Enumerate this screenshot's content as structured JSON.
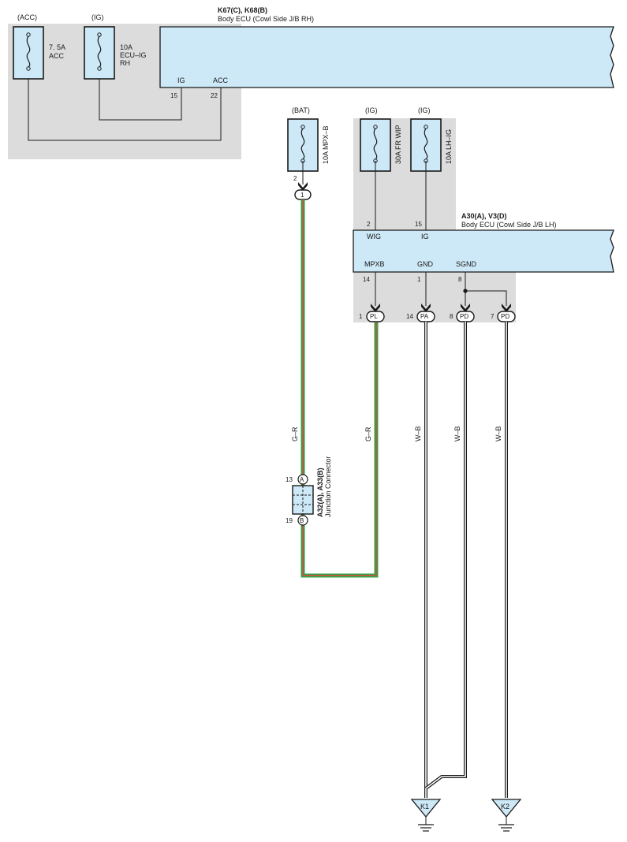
{
  "colors": {
    "shade": "#dcdcdc",
    "ecu_fill": "#cde8f6",
    "wire": "#1a1a1a",
    "wire_green": "#2aa84a",
    "wire_red": "#e8443a",
    "fuse_fill": "#cde8f6"
  },
  "top_ecu": {
    "title": "K67(C), K68(B)",
    "subtitle": "Body ECU (Cowl Side J/B RH)",
    "pins": [
      {
        "name": "IG",
        "num": "15"
      },
      {
        "name": "ACC",
        "num": "22"
      }
    ]
  },
  "fuses": [
    {
      "id": "acc",
      "source": "(ACC)",
      "label_lines": [
        "7. 5A",
        "ACC"
      ]
    },
    {
      "id": "ig",
      "source": "(IG)",
      "label_lines": [
        "10A",
        "ECU–IG",
        "RH"
      ]
    },
    {
      "id": "bat",
      "source": "(BAT)",
      "label": "10A MPX–B",
      "pin": "2"
    },
    {
      "id": "frwip",
      "source": "(IG)",
      "label": "30A FR WIP"
    },
    {
      "id": "lhig",
      "source": "(IG)",
      "label": "10A LH–IG"
    }
  ],
  "connector_1": "1",
  "lh_ecu": {
    "title": "A30(A), V3(D)",
    "subtitle": "Body ECU (Cowl Side J/B LH)",
    "top_pins": [
      {
        "name": "WIG",
        "num": "2"
      },
      {
        "name": "IG",
        "num": "15"
      }
    ],
    "bottom_pins": [
      {
        "name": "MPXB",
        "num": "14"
      },
      {
        "name": "GND",
        "num": "1"
      },
      {
        "name": "SGND",
        "num": "8"
      }
    ]
  },
  "connectors": [
    {
      "num": "1",
      "code": "PL"
    },
    {
      "num": "14",
      "code": "PA"
    },
    {
      "num": "8",
      "code": "PD"
    },
    {
      "num": "7",
      "code": "PD"
    }
  ],
  "wire_colors": [
    "G–R",
    "G–R",
    "W–B",
    "W–B",
    "W–B"
  ],
  "junction": {
    "title": "A32(A), A33(B)",
    "subtitle": "Junction Connector",
    "pin_a_num": "13",
    "pin_a": "A",
    "pin_b_num": "19",
    "pin_b": "B"
  },
  "grounds": [
    "K1",
    "K2"
  ]
}
